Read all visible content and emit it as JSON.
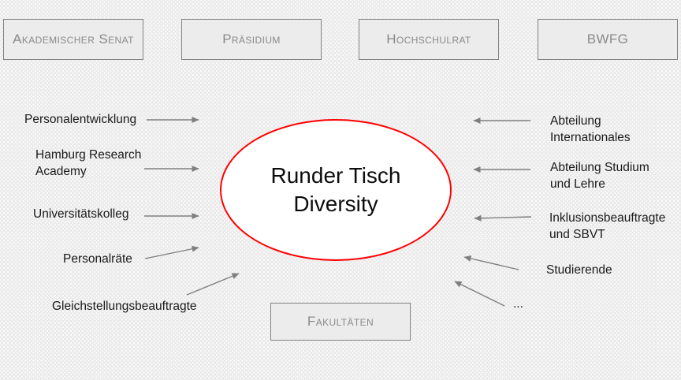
{
  "colors": {
    "background": "#eaeaea",
    "box_fill": "#ececec",
    "box_border": "#828282",
    "box_text": "#8a8a8a",
    "arrow": "#7f7f7f",
    "ellipse_border": "#fe0000",
    "ellipse_fill": "#ffffff",
    "label_text": "#1a1a1a"
  },
  "top_boxes": [
    {
      "label": "Akademischer Senat"
    },
    {
      "label": "Präsidium"
    },
    {
      "label": "Hochschulrat"
    },
    {
      "label": "BWFG"
    }
  ],
  "center_ellipse": {
    "label": "Runder Tisch Diversity"
  },
  "left_items": [
    {
      "label": "Personalentwicklung"
    },
    {
      "label": "Hamburg Research Academy"
    },
    {
      "label": "Universitätskolleg"
    },
    {
      "label": "Personalräte"
    },
    {
      "label": "Gleichstellungsbeauftragte"
    }
  ],
  "right_items": [
    {
      "label": "Abteilung Internationales"
    },
    {
      "label": "Abteilung Studium und Lehre"
    },
    {
      "label": "Inklusionsbeauftragte und SBVT"
    },
    {
      "label": "Studierende"
    },
    {
      "label": "..."
    }
  ],
  "bottom_box": {
    "label": "Fakultäten"
  }
}
